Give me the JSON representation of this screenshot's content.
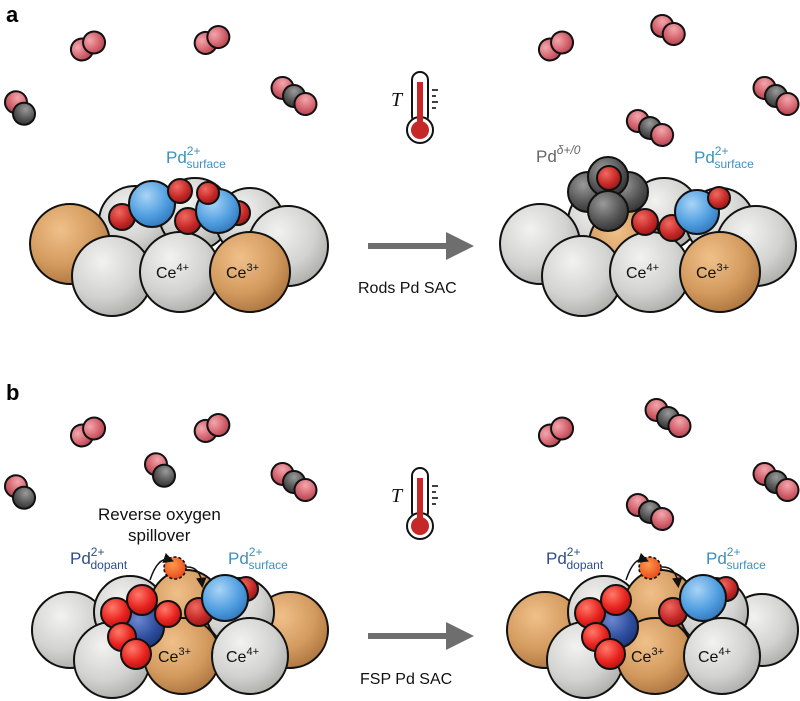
{
  "panels": {
    "a": {
      "letter": "a",
      "arrow_caption": "Rods Pd SAC",
      "temperature_symbol": "T",
      "left": {
        "pd_surface_base": "Pd",
        "pd_surface_sup": "2+",
        "pd_surface_sub": "surface",
        "ce4": "Ce",
        "ce4_sup": "4+",
        "ce3": "Ce",
        "ce3_sup": "3+"
      },
      "right": {
        "pd_cluster_base": "Pd",
        "pd_cluster_sup": "δ+/0",
        "pd_surface_base": "Pd",
        "pd_surface_sup": "2+",
        "pd_surface_sub": "surface",
        "ce4": "Ce",
        "ce4_sup": "4+",
        "ce3": "Ce",
        "ce3_sup": "3+"
      }
    },
    "b": {
      "letter": "b",
      "arrow_caption": "FSP Pd SAC",
      "temperature_symbol": "T",
      "left": {
        "spillover_line1": "Reverse oxygen",
        "spillover_line2": "spillover",
        "pd_dopant_base": "Pd",
        "pd_dopant_sup": "2+",
        "pd_dopant_sub": "dopant",
        "pd_surface_base": "Pd",
        "pd_surface_sup": "2+",
        "pd_surface_sub": "surface",
        "ce3": "Ce",
        "ce3_sup": "3+",
        "ce4": "Ce",
        "ce4_sup": "4+"
      },
      "right": {
        "pd_dopant_base": "Pd",
        "pd_dopant_sup": "2+",
        "pd_dopant_sub": "dopant",
        "pd_surface_base": "Pd",
        "pd_surface_sup": "2+",
        "pd_surface_sub": "surface",
        "ce3": "Ce",
        "ce3_sup": "3+",
        "ce4": "Ce",
        "ce4_sup": "4+"
      }
    }
  },
  "colors": {
    "ceria_grey": "#d2d2d0",
    "ce3_orange": "#d39a5e",
    "pd_blue": "#4f9ee0",
    "pd_dopant_navy": "#2f4f9f",
    "oxygen_red": "#c62828",
    "oxygen_bright": "#e8231f",
    "gas_pink": "#d4636e",
    "carbon_grey": "#555555",
    "arrow_grey": "#6e6e6e",
    "thermometer_red": "#c62828",
    "label_blue": "#3d8fbf",
    "label_navy": "#2e4d8a"
  },
  "icons": [
    "thermometer-icon",
    "reaction-arrow-icon",
    "oxygen-molecule-icon",
    "carbon-monoxide-icon",
    "carbon-dioxide-icon",
    "spillover-oxygen-icon"
  ]
}
